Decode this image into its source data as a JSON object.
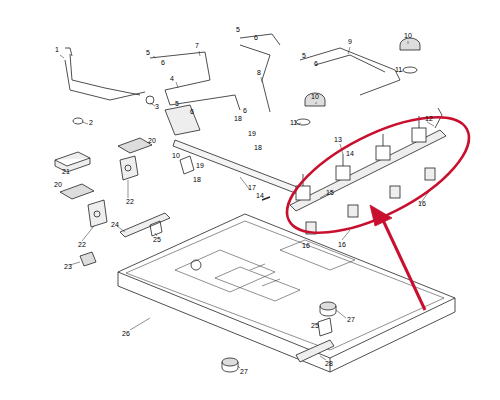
{
  "diagram": {
    "labels": [
      "1",
      "5",
      "6",
      "7",
      "5",
      "6",
      "4",
      "5",
      "6",
      "8",
      "9",
      "5",
      "6",
      "10",
      "11",
      "3",
      "2",
      "6",
      "18",
      "19",
      "18",
      "10",
      "11",
      "12",
      "13",
      "14",
      "15",
      "17",
      "14",
      "16",
      "16",
      "16",
      "21",
      "20",
      "20",
      "22",
      "22",
      "10",
      "19",
      "18",
      "24",
      "25",
      "23",
      "26",
      "27",
      "25",
      "28",
      "27"
    ]
  }
}
